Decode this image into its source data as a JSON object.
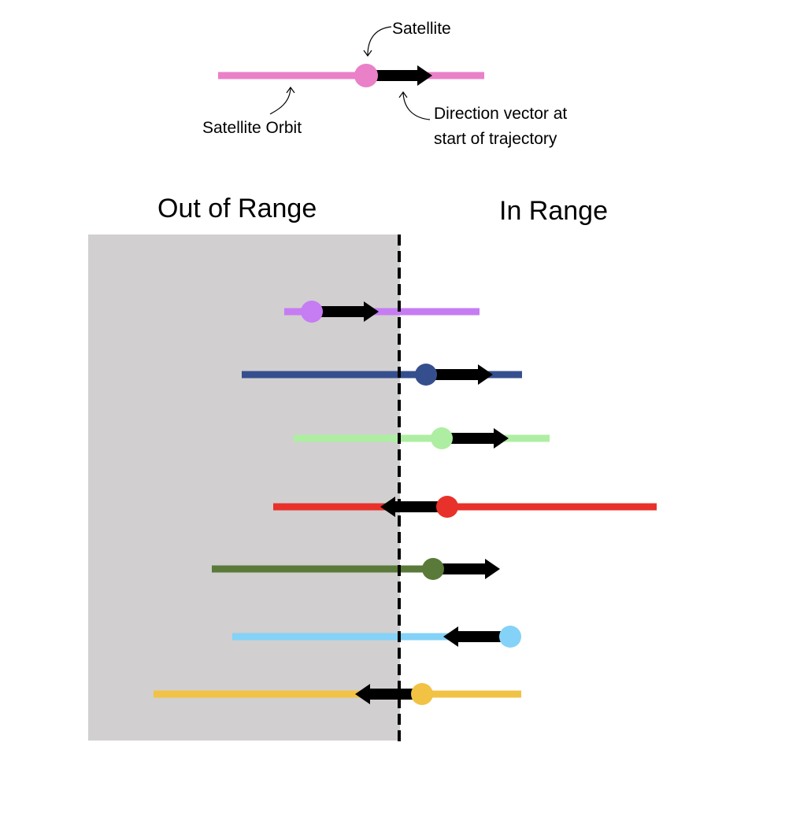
{
  "legend": {
    "satellite_label": "Satellite",
    "orbit_label": "Satellite Orbit",
    "direction_label_line1": "Direction vector at",
    "direction_label_line2": "start of trajectory",
    "orbit_color": "#ea80c8"
  },
  "regions": {
    "out_of_range_label": "Out of Range",
    "in_range_label": "In Range",
    "out_of_range_fill": "#d1cfd0",
    "boundary_style": "dashed"
  },
  "trajectories": [
    {
      "color": "#c67cf2",
      "direction": "right"
    },
    {
      "color": "#354f8e",
      "direction": "right"
    },
    {
      "color": "#aeeea2",
      "direction": "right"
    },
    {
      "color": "#e8312a",
      "direction": "left"
    },
    {
      "color": "#5a7a3a",
      "direction": "right"
    },
    {
      "color": "#84d2f7",
      "direction": "left"
    },
    {
      "color": "#f2c244",
      "direction": "left"
    }
  ]
}
